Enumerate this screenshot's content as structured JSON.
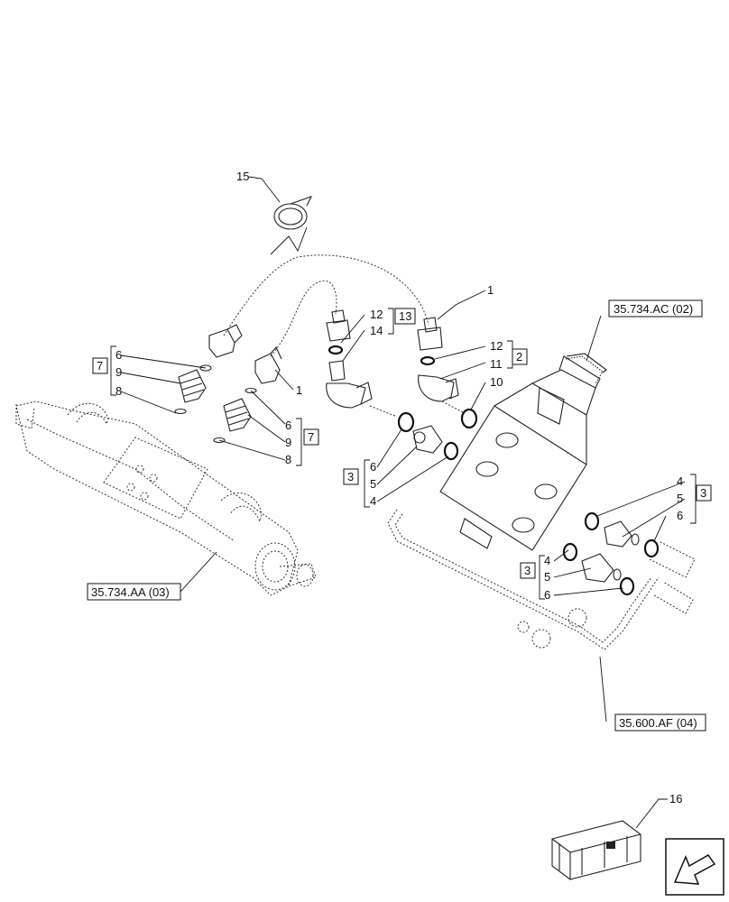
{
  "callouts": {
    "p15": "15",
    "p1_top": "1",
    "p12_left": "12",
    "p14": "14",
    "p13": "13",
    "p12_right": "12",
    "p11": "11",
    "p2": "2",
    "p10": "10",
    "p6_a": "6",
    "p9_a": "9",
    "p8_a": "8",
    "p7_a": "7",
    "p1_mid": "1",
    "p6_b": "6",
    "p9_b": "9",
    "p8_b": "8",
    "p7_b": "7",
    "p3_a": "3",
    "p6_c": "6",
    "p5_c": "5",
    "p4_c": "4",
    "p4_d": "4",
    "p5_d": "5",
    "p6_d": "6",
    "p3_d": "3",
    "p3_e": "3",
    "p4_e": "4",
    "p5_e": "5",
    "p6_e": "6",
    "p16": "16"
  },
  "references": {
    "valve": "35.734.AC (02)",
    "cylinder": "35.734.AA (03)",
    "pipe": "35.600.AF (04)"
  },
  "nav": {
    "icon": "arrow-icon"
  }
}
